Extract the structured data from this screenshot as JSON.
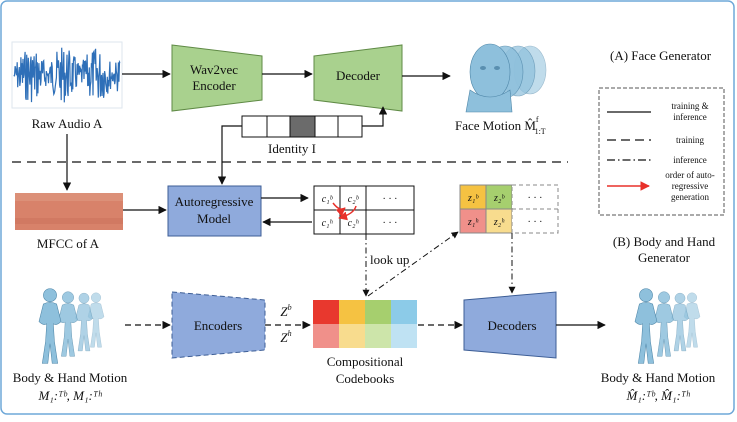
{
  "face_generator": {
    "title": "(A) Face Generator",
    "raw_audio_label": "Raw Audio A",
    "wav2vec_line1": "Wav2vec",
    "wav2vec_line2": "Encoder",
    "decoder_label": "Decoder",
    "identity_label": "Identity I",
    "face_motion_label": "Face Motion M̂",
    "face_motion_sub": "1:T",
    "face_motion_sup": "f"
  },
  "body_generator": {
    "title_line1": "(B) Body and Hand",
    "title_line2": "Generator",
    "mfcc_label": "MFCC of A",
    "ar_line1": "Autoregressive",
    "ar_line2": "Model",
    "look_up": "look up",
    "encoders": "Encoders",
    "decoders": "Decoders",
    "codebook_line1": "Compositional",
    "codebook_line2": "Codebooks",
    "latent_b": "Z",
    "latent_b_sup": "b",
    "latent_h": "Z",
    "latent_h_sup": "h",
    "left_motion_line1": "Body & Hand Motion",
    "left_motion_line2": "M₁:ᵀᵇ, M₁:ᵀʰ",
    "right_motion_line1": "Body & Hand Motion",
    "right_motion_line2": "M̂₁:ᵀᵇ, M̂₁:ᵀʰ",
    "code_c1b": "c₁ᵇ",
    "code_c2b": "c₂ᵇ",
    "code_c1h": "c₁ʰ",
    "code_c2h": "c₂ʰ",
    "code_z1b": "z₁ᵇ",
    "code_z2b": "z₂ᵇ",
    "code_z1h": "z₁ʰ",
    "code_z2h": "z₂ʰ",
    "ellipsis": "· · ·"
  },
  "legend": {
    "training_inference_line1": "training &",
    "training_inference_line2": "inference",
    "training": "training",
    "inference": "inference",
    "order_line1": "order of auto-",
    "order_line2": "regressive",
    "order_line3": "generation"
  },
  "colors": {
    "green_block": "#a9d18e",
    "blue_block": "#8faadc",
    "mfcc": "#d8826a",
    "figure_skin": "#8ec0dc",
    "arrow_red": "#e8302a",
    "audio_wave": "#2e6fb8",
    "codebook_top": [
      "#e8382e",
      "#f5c242",
      "#a6cf6e",
      "#8ccbe8"
    ],
    "codebook_bottom": [
      "#f0908a",
      "#f8dc8e",
      "#cde5aa",
      "#bfe2f3"
    ],
    "z_cells": [
      "#f5c242",
      "#a6cf6e",
      "#f0908a",
      "#f8dc8e"
    ],
    "identity_cells": [
      "#ffffff",
      "#ffffff",
      "#6b6b6b",
      "#ffffff",
      "#ffffff"
    ]
  }
}
